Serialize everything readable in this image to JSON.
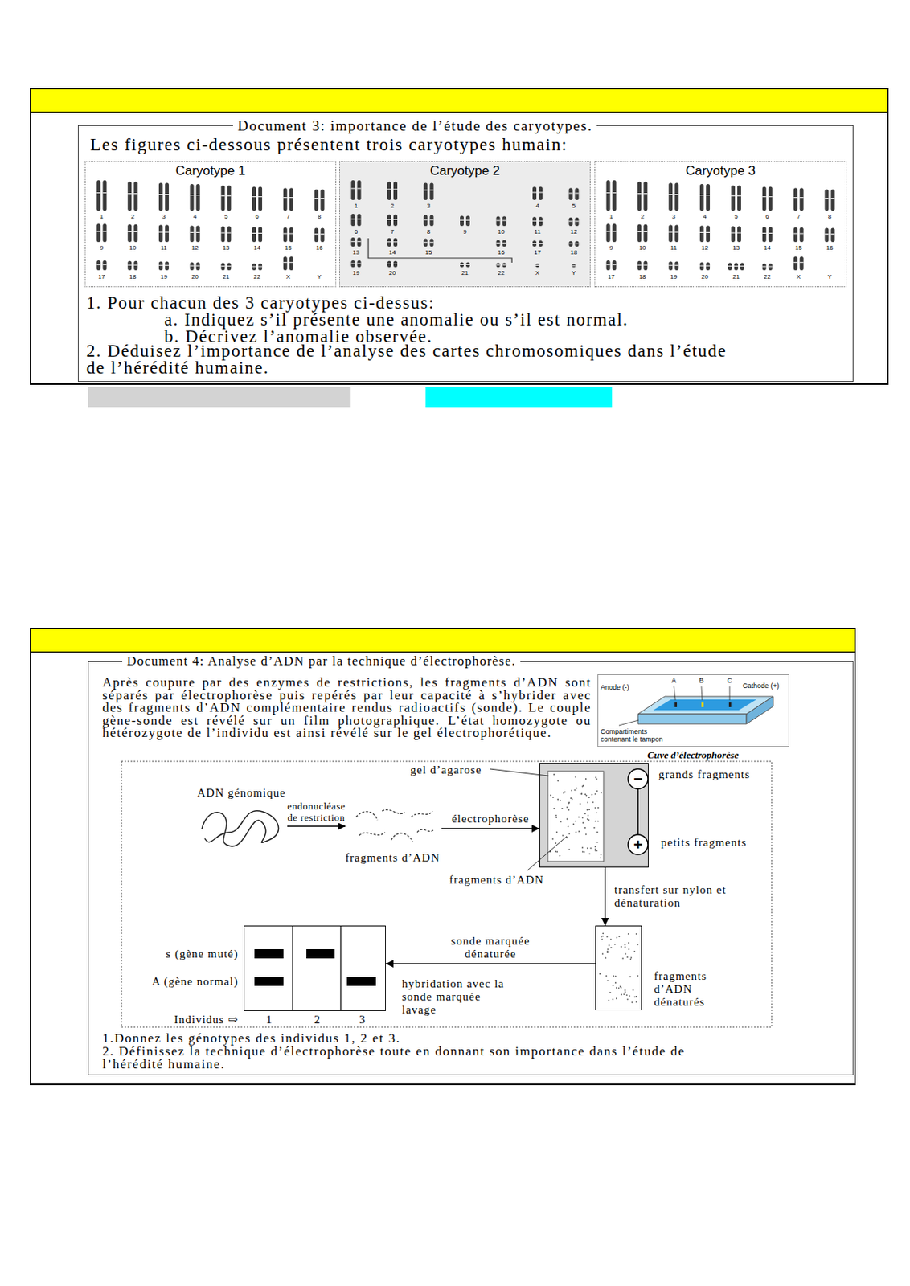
{
  "diagram": {
    "nodes": [
      {
        "text": [
          "Document 3: importance de l’étude des caryotypes.",
          "Les figures ci-dessous présentent trois caryotypes humain:",
          "1. Pour chacun des 3 caryotypes ci-dessus:",
          "a. Indiquez s’il présente une anomalie ou s’il est normal.",
          "b. Décrivez l’anomalie observée.",
          "2. Déduisez l’importance de l’analyse des cartes chromosomiques dans l’étude de l’hérédité humaine."
        ]
      },
      {
        "text": [
          "Caryotype 1",
          "1",
          "2",
          "3",
          "4",
          "5",
          "6",
          "7",
          "8",
          "9",
          "10",
          "11",
          "12",
          "13",
          "14",
          "15",
          "16",
          "17",
          "18",
          "19",
          "20",
          "21",
          "22",
          "X",
          "Y"
        ],
        "in": 0
      },
      {
        "text": [
          "Caryotype 2",
          "1",
          "2",
          "3",
          "4",
          "5",
          "6",
          "7",
          "8",
          "9",
          "10",
          "11",
          "12",
          "13",
          "14",
          "15",
          "16",
          "17",
          "18",
          "19",
          "20",
          "21",
          "22",
          "X",
          "Y"
        ],
        "in": 0
      },
      {
        "text": [
          "Caryotype 3",
          "1",
          "2",
          "3",
          "4",
          "5",
          "6",
          "7",
          "8",
          "9",
          "10",
          "11",
          "12",
          "13",
          "14",
          "15",
          "16",
          "17",
          "18",
          "19",
          "20",
          "21",
          "22",
          "X",
          "Y"
        ],
        "in": 0
      },
      {
        "text": [
          "Document 4: Analyse d’ADN par la technique d’électrophorèse.",
          "Après coupure par des enzymes de restrictions, les fragments d’ADN sont séparés par électrophorèse puis repérés par leur capacité à s’hybrider avec des fragments d’ADN complémentaire rendus radioactifs (sonde). Le couple gène-sonde est révélé sur un film photographique. L’état homozygote ou hétérozygote de l’individu est ainsi révélé sur le gel électrophorétique.",
          "1.Donnez les génotypes des individus 1, 2 et 3.",
          "2. Définissez la technique d’électrophorèse toute en donnant son importance dans l’étude de l’hérédité humaine."
        ]
      },
      {
        "text": [
          "Anode (-)",
          "A",
          "B",
          "C",
          "Cathode (+)",
          "Compartiments contenant le tampon",
          "Cuve d’électrophorèse"
        ],
        "in": 4
      },
      {
        "text": [
          "ADN génomique"
        ],
        "in": 4
      },
      {
        "text": [
          "fragments d’ADN"
        ],
        "in": 4
      },
      {
        "text": [
          "−",
          "+"
        ],
        "in": 4
      },
      {
        "text": [
          "fragments d’ADN dénaturés"
        ],
        "in": 4
      },
      {
        "text": [
          "s (gène muté)",
          "A (gène normal)",
          "Individus ⇨",
          "1",
          "2",
          "3"
        ],
        "in": 4
      }
    ],
    "edges": [
      {
        "from": 6,
        "to": 7,
        "arrow": "to",
        "label": "endonucléase de restriction"
      },
      {
        "from": 7,
        "to": 8,
        "arrow": "to",
        "label": "électrophorèse"
      },
      {
        "from": 8,
        "to": 9,
        "arrow": "to",
        "label": "transfert sur nylon et dénaturation"
      },
      {
        "from": 9,
        "to": 10,
        "arrow": "to",
        "label": "sonde marquée dénaturée"
      }
    ],
    "labels": [
      "gel d’agarose",
      "grands fragments",
      "petits fragments",
      "fragments d’ADN",
      "hybridation avec la sonde marquée lavage"
    ]
  }
}
